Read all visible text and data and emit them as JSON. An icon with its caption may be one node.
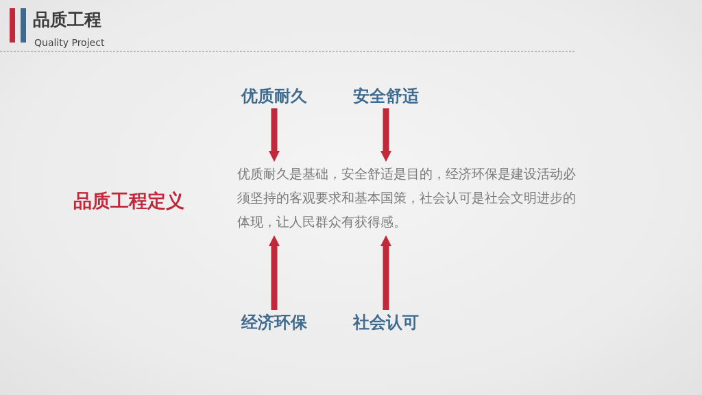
{
  "diagram": {
    "title": "品质工程",
    "nodes": [
      {
        "text": [
          "优质耐久"
        ]
      },
      {
        "text": [
          "安全舒适"
        ]
      },
      {
        "text": [
          "优质耐久是基础，安全舒适是目的，经济环保是建设活动必须坚持的客观要求和基本国策，社会认可是社会文明进步的体现，让人民群众有获得感。"
        ]
      },
      {
        "text": [
          "经济环保"
        ]
      },
      {
        "text": [
          "社会认可"
        ]
      }
    ],
    "edges": [
      {
        "from": 0,
        "to": 2,
        "arrow": "to"
      },
      {
        "from": 1,
        "to": 2,
        "arrow": "to"
      },
      {
        "from": 3,
        "to": 2,
        "arrow": "to"
      },
      {
        "from": 4,
        "to": 2,
        "arrow": "to"
      }
    ],
    "labels": [
      "Quality Project",
      "品质工程定义"
    ]
  }
}
